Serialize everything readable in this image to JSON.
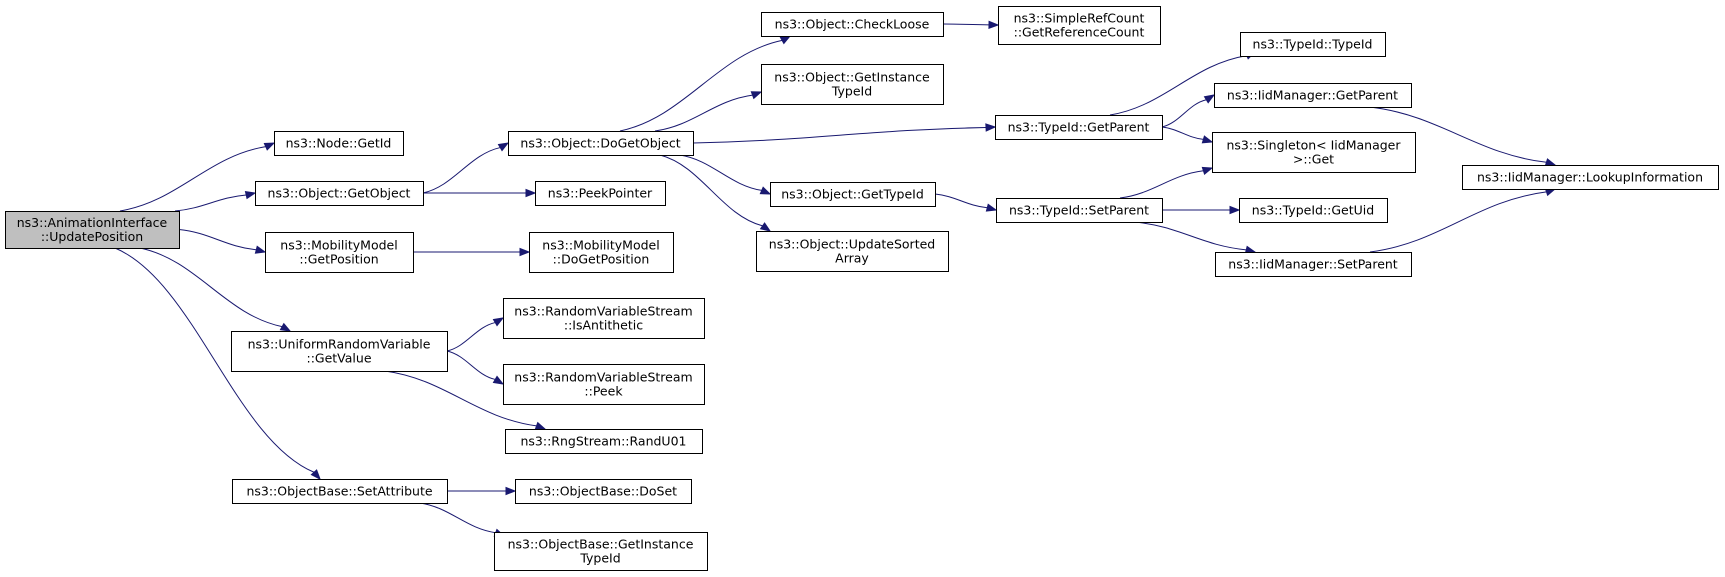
{
  "nodes": [
    {
      "id": "root",
      "lines": [
        "ns3::AnimationInterface",
        "::UpdatePosition"
      ]
    },
    {
      "id": "node_getid",
      "lines": [
        "ns3::Node::GetId"
      ]
    },
    {
      "id": "object_getobject",
      "lines": [
        "ns3::Object::GetObject"
      ]
    },
    {
      "id": "mobility_getposition",
      "lines": [
        "ns3::MobilityModel",
        "::GetPosition"
      ]
    },
    {
      "id": "uniform_getvalue",
      "lines": [
        "ns3::UniformRandomVariable",
        "::GetValue"
      ]
    },
    {
      "id": "objectbase_setattribute",
      "lines": [
        "ns3::ObjectBase::SetAttribute"
      ]
    },
    {
      "id": "object_dogetobject",
      "lines": [
        "ns3::Object::DoGetObject"
      ]
    },
    {
      "id": "peekpointer",
      "lines": [
        "ns3::PeekPointer"
      ]
    },
    {
      "id": "mobility_dogetposition",
      "lines": [
        "ns3::MobilityModel",
        "::DoGetPosition"
      ]
    },
    {
      "id": "rvs_isantithetic",
      "lines": [
        "ns3::RandomVariableStream",
        "::IsAntithetic"
      ]
    },
    {
      "id": "rvs_peek",
      "lines": [
        "ns3::RandomVariableStream",
        "::Peek"
      ]
    },
    {
      "id": "rngstream_randu01",
      "lines": [
        "ns3::RngStream::RandU01"
      ]
    },
    {
      "id": "objectbase_doset",
      "lines": [
        "ns3::ObjectBase::DoSet"
      ]
    },
    {
      "id": "objectbase_getinstancetypeid",
      "lines": [
        "ns3::ObjectBase::GetInstance",
        "TypeId"
      ]
    },
    {
      "id": "object_checkloose",
      "lines": [
        "ns3::Object::CheckLoose"
      ]
    },
    {
      "id": "object_getinstancetypeid",
      "lines": [
        "ns3::Object::GetInstance",
        "TypeId"
      ]
    },
    {
      "id": "object_gettypeid",
      "lines": [
        "ns3::Object::GetTypeId"
      ]
    },
    {
      "id": "object_updatesortedarray",
      "lines": [
        "ns3::Object::UpdateSorted",
        "Array"
      ]
    },
    {
      "id": "simplerefcount_getreferencecount",
      "lines": [
        "ns3::SimpleRefCount",
        "::GetReferenceCount"
      ]
    },
    {
      "id": "typeid_getparent",
      "lines": [
        "ns3::TypeId::GetParent"
      ]
    },
    {
      "id": "typeid_setparent",
      "lines": [
        "ns3::TypeId::SetParent"
      ]
    },
    {
      "id": "typeid_typeid",
      "lines": [
        "ns3::TypeId::TypeId"
      ]
    },
    {
      "id": "iidmanager_getparent",
      "lines": [
        "ns3::IidManager::GetParent"
      ]
    },
    {
      "id": "singleton_get",
      "lines": [
        "ns3::Singleton< IidManager",
        ">::Get"
      ]
    },
    {
      "id": "typeid_getuid",
      "lines": [
        "ns3::TypeId::GetUid"
      ]
    },
    {
      "id": "iidmanager_setparent",
      "lines": [
        "ns3::IidManager::SetParent"
      ]
    },
    {
      "id": "iidmanager_lookupinformation",
      "lines": [
        "ns3::IidManager::LookupInformation"
      ]
    }
  ],
  "edges": [
    [
      "root",
      "node_getid"
    ],
    [
      "root",
      "object_getobject"
    ],
    [
      "root",
      "mobility_getposition"
    ],
    [
      "root",
      "uniform_getvalue"
    ],
    [
      "root",
      "objectbase_setattribute"
    ],
    [
      "object_getobject",
      "object_dogetobject"
    ],
    [
      "object_getobject",
      "peekpointer"
    ],
    [
      "mobility_getposition",
      "mobility_dogetposition"
    ],
    [
      "uniform_getvalue",
      "rvs_isantithetic"
    ],
    [
      "uniform_getvalue",
      "rvs_peek"
    ],
    [
      "uniform_getvalue",
      "rngstream_randu01"
    ],
    [
      "objectbase_setattribute",
      "objectbase_doset"
    ],
    [
      "objectbase_setattribute",
      "objectbase_getinstancetypeid"
    ],
    [
      "object_dogetobject",
      "object_checkloose"
    ],
    [
      "object_dogetobject",
      "object_getinstancetypeid"
    ],
    [
      "object_dogetobject",
      "typeid_getparent"
    ],
    [
      "object_dogetobject",
      "object_gettypeid"
    ],
    [
      "object_dogetobject",
      "object_updatesortedarray"
    ],
    [
      "object_checkloose",
      "simplerefcount_getreferencecount"
    ],
    [
      "object_gettypeid",
      "typeid_setparent"
    ],
    [
      "typeid_getparent",
      "typeid_typeid"
    ],
    [
      "typeid_getparent",
      "iidmanager_getparent"
    ],
    [
      "typeid_getparent",
      "singleton_get"
    ],
    [
      "typeid_setparent",
      "singleton_get"
    ],
    [
      "typeid_setparent",
      "typeid_getuid"
    ],
    [
      "typeid_setparent",
      "iidmanager_setparent"
    ],
    [
      "iidmanager_getparent",
      "iidmanager_lookupinformation"
    ],
    [
      "iidmanager_setparent",
      "iidmanager_lookupinformation"
    ]
  ],
  "colors": {
    "edge": "#191970",
    "root_fill": "#bfbfbf",
    "node_fill": "#ffffff",
    "node_stroke": "#000000"
  }
}
